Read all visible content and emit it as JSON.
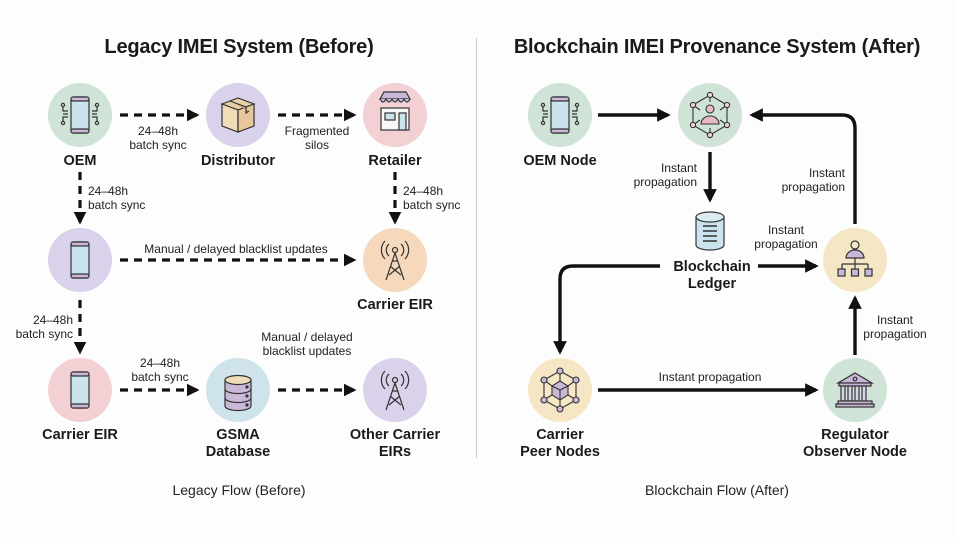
{
  "colors": {
    "green_circle": "#cfe3d6",
    "purple_circle": "#d9d2ea",
    "pink_circle": "#f2d0d3",
    "peach_circle": "#f6d9bd",
    "blue_circle": "#cfe3ec",
    "cream_circle": "#f5e6c6",
    "arrow": "#111111",
    "divider": "#c8c8c8"
  },
  "legacy": {
    "title": "Legacy IMEI System (Before)",
    "caption": "Legacy Flow (Before)",
    "nodes": {
      "oem": {
        "label": "OEM",
        "icon": "smartphone-circuit-icon"
      },
      "distributor": {
        "label": "Distributor",
        "icon": "package-box-icon"
      },
      "retailer": {
        "label": "Retailer",
        "icon": "storefront-icon"
      },
      "middle_phone": {
        "label": "",
        "icon": "smartphone-icon"
      },
      "carrier_eir_right": {
        "label": "Carrier EIR",
        "icon": "cell-tower-icon"
      },
      "carrier_eir_bottom": {
        "label": "Carrier EIR",
        "icon": "smartphone-icon"
      },
      "gsma": {
        "label_line1": "GSMA",
        "label_line2": "Database",
        "icon": "database-icon"
      },
      "other_carrier": {
        "label_line1": "Other Carrier",
        "label_line2": "EIRs",
        "icon": "cell-tower-icon"
      }
    },
    "edges": {
      "oem_to_distributor": {
        "line1": "24–48h",
        "line2": "batch sync"
      },
      "distributor_to_retailer": {
        "line1": "Fragmented",
        "line2": "silos"
      },
      "oem_to_middle": {
        "line1": "24–48h",
        "line2": "batch sync"
      },
      "retailer_to_carrier": {
        "line1": "24–48h",
        "line2": "batch sync"
      },
      "middle_to_carrier": {
        "line1": "Manual / delayed blacklist updates"
      },
      "middle_to_bottom": {
        "line1": "24–48h",
        "line2": "batch sync"
      },
      "bottom_to_gsma": {
        "line1": "24–48h",
        "line2": "batch sync"
      },
      "gsma_to_other": {
        "line1": "Manual / delayed",
        "line2": "blacklist updates"
      }
    }
  },
  "blockchain": {
    "title": "Blockchain IMEI Provenance System (After)",
    "caption": "Blockchain Flow (After)",
    "nodes": {
      "oem_node": {
        "label": "OEM Node",
        "icon": "smartphone-circuit-icon"
      },
      "hub": {
        "label": "",
        "icon": "network-user-hub-icon"
      },
      "ledger": {
        "label_line1": "Blockchain",
        "label_line2": "Ledger",
        "icon": "ledger-cylinder-icon"
      },
      "org": {
        "label": "",
        "icon": "org-chart-icon"
      },
      "carrier_peers": {
        "label_line1": "Carrier",
        "label_line2": "Peer Nodes",
        "icon": "cube-network-icon"
      },
      "regulator": {
        "label_line1": "Regulator",
        "label_line2": "Observer Node",
        "icon": "government-building-icon"
      }
    },
    "edges": {
      "hub_to_ledger": {
        "line1": "Instant",
        "line2": "propagation"
      },
      "org_to_hub": {
        "line1": "Instant",
        "line2": "propagation"
      },
      "ledger_to_org": {
        "line1": "Instant",
        "line2": "propagation"
      },
      "regulator_to_org": {
        "line1": "Instant",
        "line2": "propagation"
      },
      "peers_to_regulator": {
        "line1": "Instant propagation"
      }
    }
  }
}
